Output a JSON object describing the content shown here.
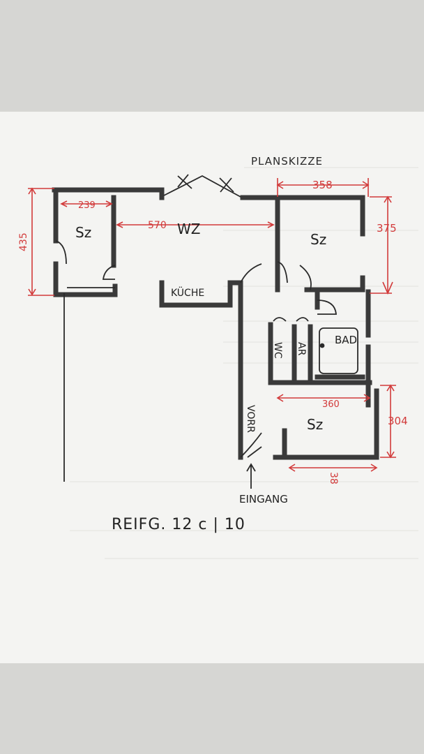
{
  "title": "PLANSKIZZE",
  "footer": "REIFG. 12 c | 10",
  "rooms": {
    "sz_left": "Sz",
    "wz": "WZ",
    "sz_right": "Sz",
    "kueche": "KÜCHE",
    "bad": "BAD",
    "wc": "WC",
    "ar": "AR",
    "vorr": "VORR",
    "sz_bottom": "Sz",
    "eingang": "EINGANG"
  },
  "dimensions": {
    "left_height": "435",
    "left_width": "239",
    "wz_width": "570",
    "top_right_width": "358",
    "right_height": "375",
    "bottom_width": "360",
    "bottom_height": "304",
    "bottom_small": "38"
  },
  "colors": {
    "paper": "#f4f4f2",
    "background": "#d6d6d3",
    "wall": "#3a3a3a",
    "dimension": "#d23a3a"
  }
}
